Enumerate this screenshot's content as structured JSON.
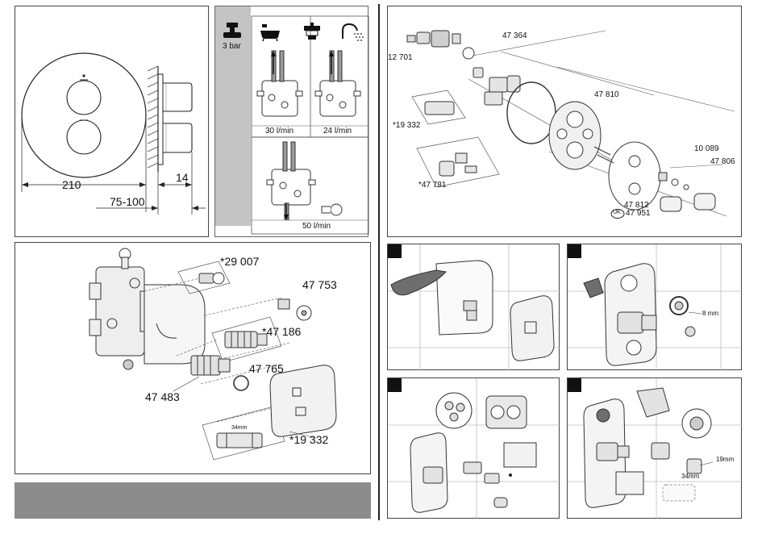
{
  "panel_dimensions": {
    "width_label": "210",
    "depth_label": "75-100",
    "knob_label": "14"
  },
  "panel_flow": {
    "pressure_label": "3 bar",
    "flow_bath": "30 l/min",
    "flow_shower": "24 l/min",
    "flow_total": "50 l/min",
    "icons": [
      "pressure-gauge-icon",
      "bathtub-icon",
      "cartridge-icon",
      "shower-head-icon"
    ]
  },
  "panel_body_parts": {
    "parts": [
      "*29 007",
      "47 753",
      "*47 186",
      "47 765",
      "47 483",
      "*19 332"
    ],
    "dim_34mm": "34mm"
  },
  "panel_exploded": {
    "parts": [
      "12 701",
      "47 364",
      "47 810",
      "*19 332",
      "*47 781",
      "10 089",
      "47 806",
      "47 812",
      "47 951"
    ],
    "uk_badge": "UK"
  },
  "panel_install_2": {
    "dim": "8 mm"
  },
  "panel_install_4": {
    "dim_19": "19mm",
    "dim_34": "34mm"
  },
  "colors": {
    "grey_bar": "#8c8c8c",
    "grey_panel": "#c4c4c4",
    "handle_grey": "#6e6e6e",
    "line": "#222222"
  }
}
